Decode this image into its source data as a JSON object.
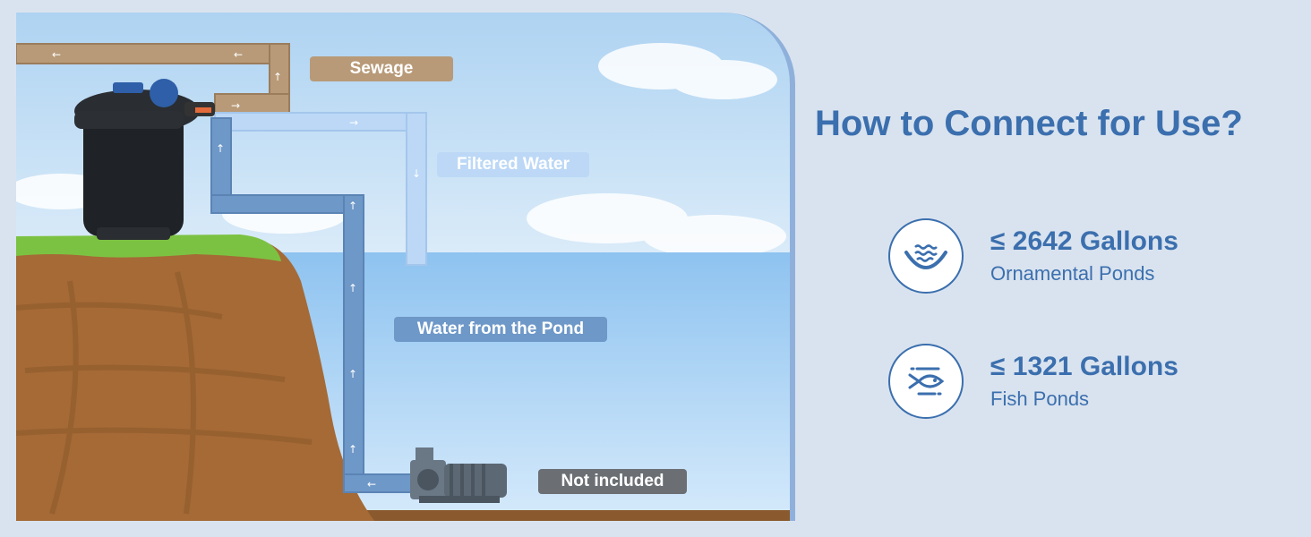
{
  "labels": {
    "sewage": "Sewage",
    "filtered_water": "Filtered Water",
    "water_from_pond": "Water from the Pond",
    "not_included": "Not included"
  },
  "heading": "How to Connect for Use?",
  "features": [
    {
      "title": "≤ 2642 Gallons",
      "subtitle": "Ornamental Ponds",
      "icon": "waves-bowl-icon"
    },
    {
      "title": "≤ 1321 Gallons",
      "subtitle": "Fish Ponds",
      "icon": "fish-icon"
    }
  ],
  "colors": {
    "accent": "#3b6fae",
    "sewage_pipe": "#b89a78",
    "filtered_pipe": "#bcd8f6",
    "pond_pipe": "#6e98c8",
    "label_gray": "#6b6f74"
  }
}
